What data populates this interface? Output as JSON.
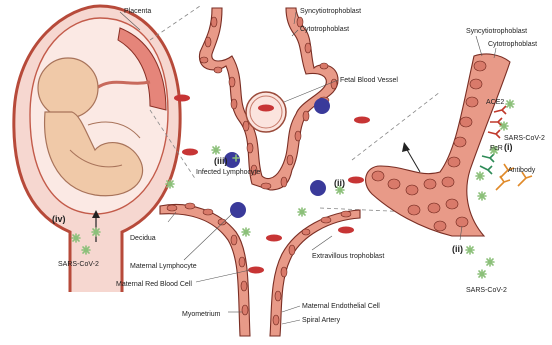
{
  "labels": {
    "placenta": "Placenta",
    "syncytiotrophoblast_top": "Syncytiotrophoblast",
    "cytotrophoblast_top": "Cytotrophoblast",
    "fetal_blood_vessel": "Fetal Blood Vessel",
    "infected_lymphocyte": "Infected Lymphocyte",
    "decidua": "Decidua",
    "maternal_lymphocyte": "Maternal Lymphocyte",
    "maternal_red_blood_cell": "Maternal Red Blood Cell",
    "extravillous_trophoblast": "Extravillous trophoblast",
    "myometrium": "Myometrium",
    "maternal_endothelial_cell": "Maternal Endothelial Cell",
    "spiral_artery": "Spiral Artery",
    "syncytiotrophoblast_right": "Syncytiotrophoblast",
    "cytotrophoblast_right": "Cytotrophoblast",
    "ace2": "ACE2",
    "sars_cov2_right": "SARS-CoV-2",
    "fcrn": "FcR",
    "antibody": "Antibody",
    "sars_cov2_left": "SARS-CoV-2",
    "sars_cov2_bottom": "SARS-CoV-2"
  },
  "numerals": {
    "i": "(i)",
    "ii_center": "(ii)",
    "ii_right": "(ii)",
    "iii": "(iii)",
    "iv": "(iv)"
  },
  "colors": {
    "tissue": "#e89a88",
    "tissue_outline": "#7a2e24",
    "red_blood_cell": "#c73535",
    "lymphocyte": "#3a3a9a",
    "virus": "#8cc07a",
    "ace2_receptor": "#c0392b",
    "fcrn_receptor": "#2e8b57",
    "antibody": "#e08a2a"
  }
}
